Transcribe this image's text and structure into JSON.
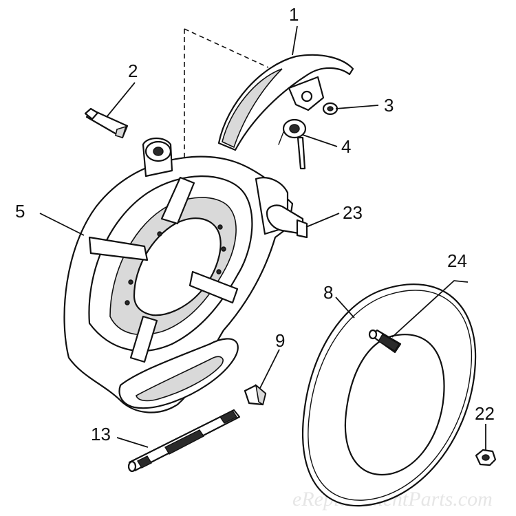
{
  "callouts": {
    "c1": "1",
    "c2": "2",
    "c3": "3",
    "c4": "4",
    "c5": "5",
    "c8": "8",
    "c9": "9",
    "c13": "13",
    "c22": "22",
    "c23": "23",
    "c24": "24"
  },
  "watermark": "eReplacementParts.com",
  "colors": {
    "ink": "#111111",
    "paper": "#ffffff",
    "shade": "#d9d9d9"
  }
}
